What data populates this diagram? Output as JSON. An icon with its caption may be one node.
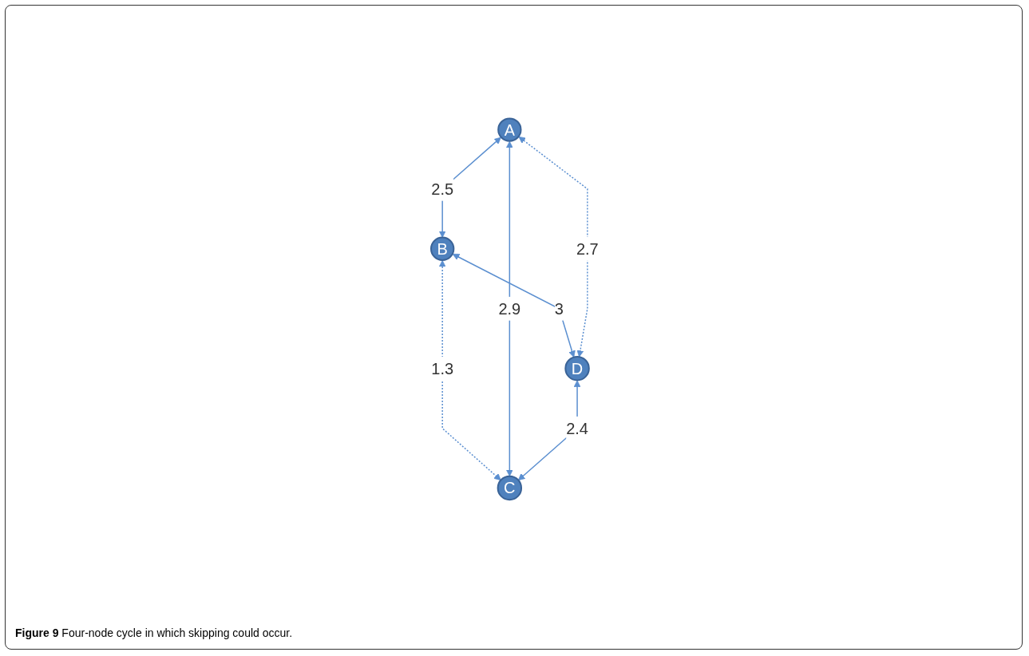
{
  "diagram": {
    "caption": "**Figure 9** Four-node cycle in which skipping could occur.",
    "nodes": [
      {
        "text": [
          "B"
        ]
      },
      {
        "text": [
          "A"
        ]
      },
      {
        "text": [
          "D"
        ]
      },
      {
        "text": [
          "C"
        ]
      }
    ],
    "edges": [
      {
        "from": 1,
        "to": 0,
        "arrow": "both",
        "label": "2.5"
      },
      {
        "from": 0,
        "to": 2,
        "arrow": "both",
        "label": "3"
      },
      {
        "from": 0,
        "to": 3,
        "arrow": "both",
        "label": "1.3",
        "style": "dashed"
      },
      {
        "from": 1,
        "to": 2,
        "arrow": "both",
        "label": "2.7",
        "style": "dashed"
      },
      {
        "from": 1,
        "to": 3,
        "arrow": "both",
        "label": "2.9"
      },
      {
        "from": 2,
        "to": 3,
        "arrow": "both",
        "label": "2.4"
      }
    ]
  }
}
